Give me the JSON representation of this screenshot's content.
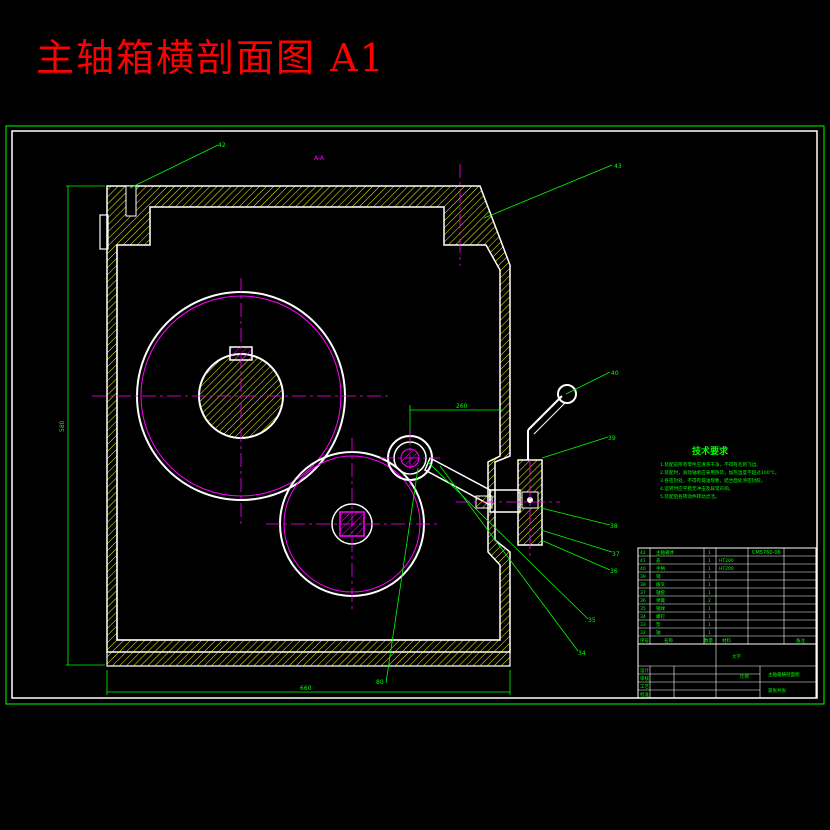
{
  "title": "主轴箱横剖面图 A1",
  "colors": {
    "background": "#000000",
    "outline": "#ffffff",
    "dimension": "#00ff00",
    "centerline": "#ff00ff",
    "hatch": "#ffff00",
    "text": "#00ff00",
    "title": "#ff0000"
  },
  "section_label": "A-A",
  "dimensions": {
    "width": "660",
    "height": "580",
    "offset": "260",
    "bottom": "80"
  },
  "callouts": [
    "42",
    "43",
    "40",
    "39",
    "38",
    "37",
    "36",
    "35",
    "34"
  ],
  "tech_requirements": {
    "heading": "技术要求",
    "items": [
      "1.装配前所有零件应清洗干净，不得有毛刺飞边。",
      "2.装配时，滚动轴承应采用热装，加热温度不超过100℃。",
      "3.各密封处，不得有漏油现象，结合面处涂密封胶。",
      "4.运转时应平稳无冲击及异常声响。",
      "5.装配后各转动件转动灵活。"
    ]
  },
  "parts_table": {
    "drawing_no": "CM5760-06",
    "rows": [
      {
        "no": "42",
        "name": "主轴箱体",
        "qty": "1",
        "material": ""
      },
      {
        "no": "41",
        "name": "盖",
        "qty": "1",
        "material": "HT200"
      },
      {
        "no": "40",
        "name": "手柄",
        "qty": "1",
        "material": "HT200"
      },
      {
        "no": "39",
        "name": "销",
        "qty": "1",
        "material": ""
      },
      {
        "no": "38",
        "name": "拨叉",
        "qty": "1",
        "material": ""
      },
      {
        "no": "37",
        "name": "轴套",
        "qty": "1",
        "material": ""
      },
      {
        "no": "36",
        "name": "弹簧",
        "qty": "2",
        "material": ""
      },
      {
        "no": "35",
        "name": "钢球",
        "qty": "1",
        "material": ""
      },
      {
        "no": "34",
        "name": "螺钉",
        "qty": "1",
        "material": ""
      },
      {
        "no": "33",
        "name": "垫",
        "qty": "1",
        "material": ""
      },
      {
        "no": "32",
        "name": "轴",
        "qty": "1",
        "material": ""
      }
    ],
    "header": {
      "no": "序号",
      "name": "名称",
      "qty": "数量",
      "material": "材料",
      "note": "备注"
    }
  },
  "title_block": {
    "company": "大学",
    "drawing_title": "主轴箱横剖面图",
    "scale_label": "比例",
    "sheet_label": "第张共张",
    "designer_label": "设计",
    "checker_label": "审核",
    "approver_label": "批准",
    "process_label": "工艺"
  }
}
